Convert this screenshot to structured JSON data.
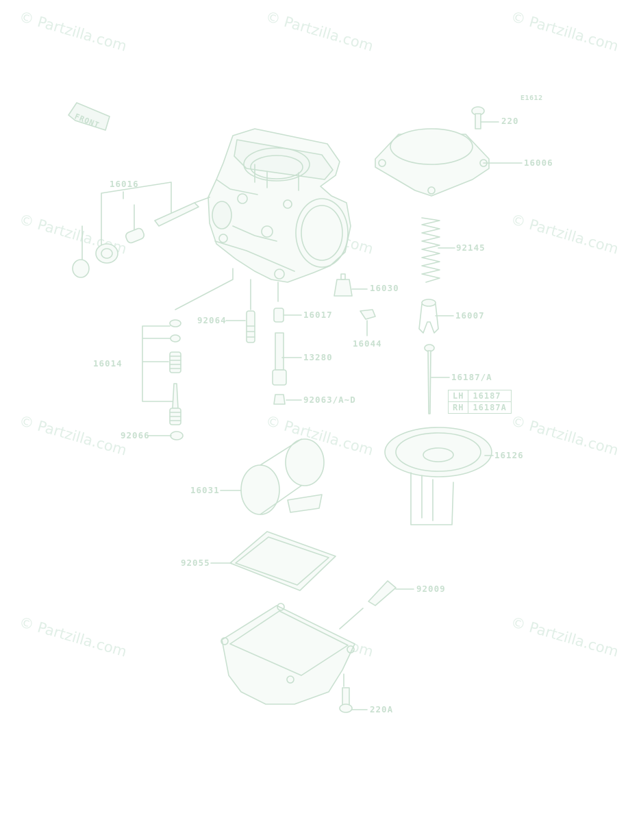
{
  "watermark": "© Partzilla.com",
  "diagram_code": "E1612",
  "front_marker": "FRONT",
  "labels": {
    "p220": "220",
    "p16006": "16006",
    "p16016": "16016",
    "p92145": "92145",
    "p16030": "16030",
    "p92064": "92064",
    "p16017": "16017",
    "p16007": "16007",
    "p16044": "16044",
    "p16014": "16014",
    "p13280": "13280",
    "p16187": "16187/A",
    "p92063": "92063/A~D",
    "p92066": "92066",
    "p16126": "16126",
    "p16031": "16031",
    "p92055": "92055",
    "p92009": "92009",
    "p220A": "220A"
  },
  "variant_table": {
    "rows": [
      {
        "side": "LH",
        "part": "16187"
      },
      {
        "side": "RH",
        "part": "16187A"
      }
    ]
  },
  "colors": {
    "line": "#c9e0d0",
    "fill": "#f2f8f4",
    "watermark": "#e1efe7"
  }
}
